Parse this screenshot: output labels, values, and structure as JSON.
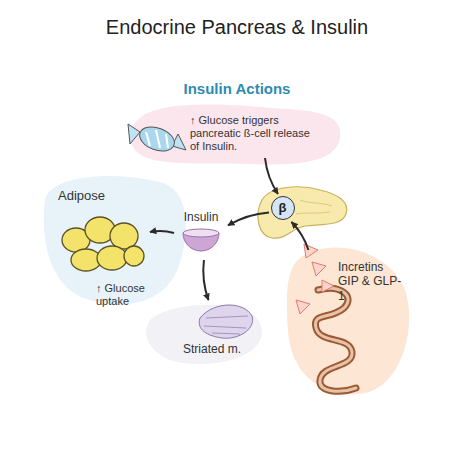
{
  "diagram": {
    "title": "Endocrine Pancreas & Insulin",
    "nodes": [
      {
        "text": [
          "↑ Glucose triggers pancreatic ß-cell release of Insulin."
        ]
      },
      {
        "text": [
          "β"
        ]
      },
      {
        "text": [
          "Insulin"
        ]
      },
      {
        "text": [
          "Adipose"
        ]
      },
      {
        "text": [
          "Striated m."
        ]
      },
      {
        "text": [
          "Incretins GIP & GLP-1"
        ]
      }
    ],
    "edges": [
      {
        "from": 0,
        "to": 1,
        "arrow": "to"
      },
      {
        "from": 1,
        "to": 2,
        "arrow": "to"
      },
      {
        "from": 5,
        "to": 1,
        "arrow": "to"
      },
      {
        "from": 2,
        "to": 3,
        "arrow": "to"
      },
      {
        "from": 2,
        "to": 4,
        "arrow": "to"
      }
    ],
    "labels": [
      "Insulin Actions",
      "↑ Glucose uptake"
    ]
  }
}
